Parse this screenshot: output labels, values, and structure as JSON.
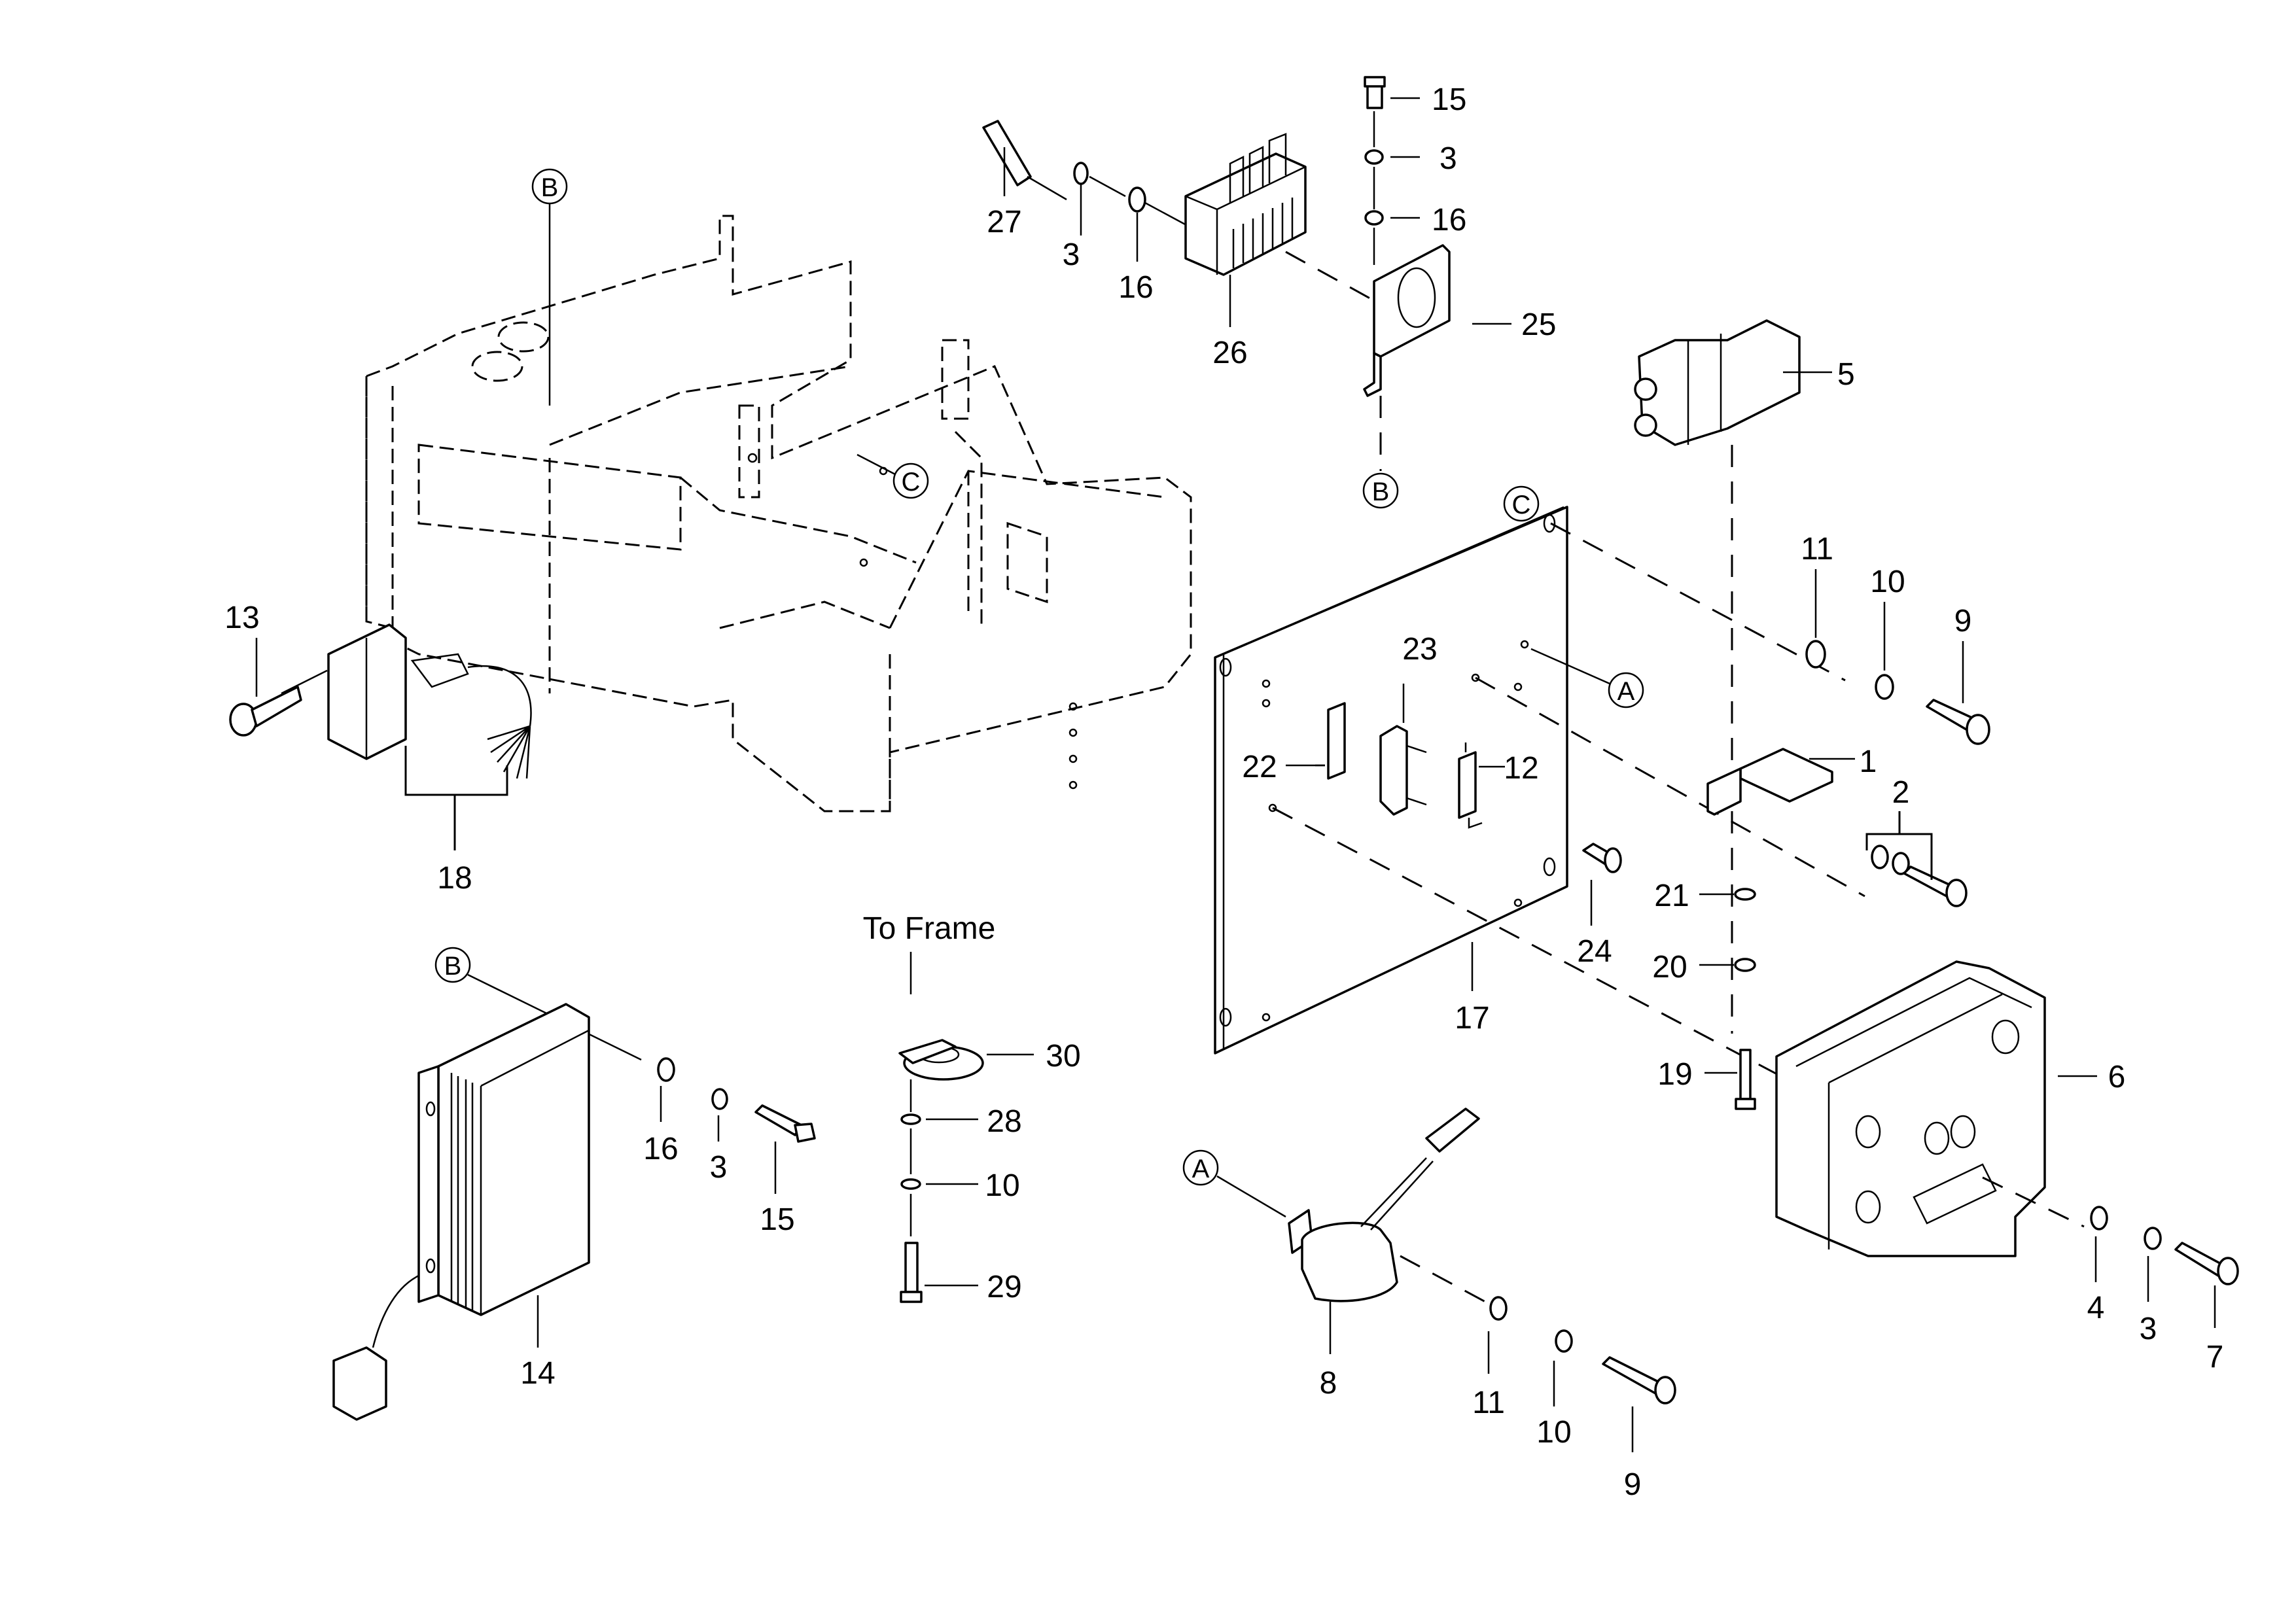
{
  "diagram": {
    "title_note": "To Frame",
    "reference_markers": [
      "A",
      "B",
      "C"
    ],
    "callouts": {
      "c1": "1",
      "c2": "2",
      "c3a": "3",
      "c3b": "3",
      "c3c": "3",
      "c3d": "3",
      "c4": "4",
      "c5": "5",
      "c6": "6",
      "c7": "7",
      "c8": "8",
      "c9a": "9",
      "c9b": "9",
      "c10a": "10",
      "c10b": "10",
      "c10c": "10",
      "c11a": "11",
      "c11b": "11",
      "c12": "12",
      "c13": "13",
      "c14": "14",
      "c15a": "15",
      "c15b": "15",
      "c16a": "16",
      "c16b": "16",
      "c16c": "16",
      "c17": "17",
      "c18": "18",
      "c19": "19",
      "c20": "20",
      "c21": "21",
      "c22": "22",
      "c23": "23",
      "c24": "24",
      "c25": "25",
      "c26": "26",
      "c27": "27",
      "c28": "28",
      "c29": "29",
      "c30": "30"
    },
    "markers": {
      "b_frame": "B",
      "c_frame": "C",
      "b_bracket": "B",
      "c_panel": "C",
      "a_panel": "A",
      "b_converter": "B",
      "a_alarm": "A"
    }
  }
}
